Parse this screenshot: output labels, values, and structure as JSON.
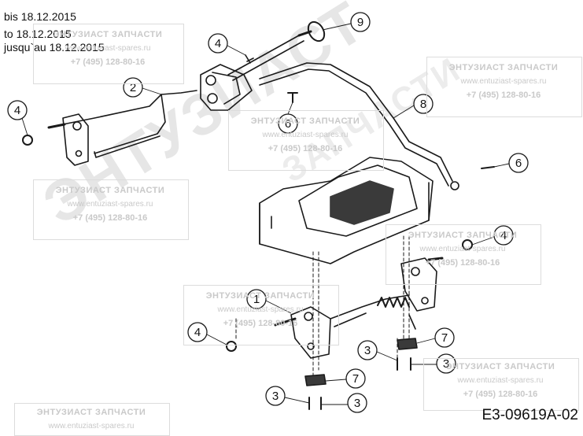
{
  "header": {
    "line1": "bis 18.12.2015",
    "line2": "to 18.12.2015",
    "line3": "jusqu`au 18.12.2015"
  },
  "document_id": "E3-09619A-02",
  "watermark": {
    "name": "ЭНТУЗИАСТ ЗАПЧАСТИ",
    "url": "www.entuziast-spares.ru",
    "phone": "+7 (495) 128-80-16",
    "big_text": "ЭНТУЗИАСТ",
    "big_text2": "ЗАПЧАСТИ"
  },
  "callouts": [
    {
      "label": "9"
    },
    {
      "label": "4"
    },
    {
      "label": "2"
    },
    {
      "label": "4"
    },
    {
      "label": "6"
    },
    {
      "label": "8"
    },
    {
      "label": "6"
    },
    {
      "label": "4"
    },
    {
      "label": "1"
    },
    {
      "label": "4"
    },
    {
      "label": "7"
    },
    {
      "label": "3"
    },
    {
      "label": "3"
    },
    {
      "label": "7"
    },
    {
      "label": "3"
    },
    {
      "label": "3"
    }
  ],
  "colors": {
    "line": "#1a1a1a",
    "watermark": "#c9c9c9",
    "shade": "#3a3a3a"
  }
}
